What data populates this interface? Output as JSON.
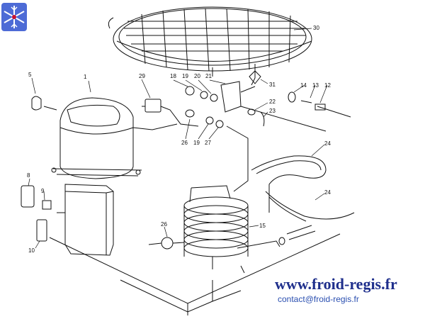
{
  "labels": {
    "l1": "1",
    "l5": "5",
    "l8": "8",
    "l9": "9",
    "l10": "10",
    "l12": "12",
    "l13": "13",
    "l14": "14",
    "l15": "15",
    "l18": "18",
    "l19a": "19",
    "l20": "20",
    "l21": "21",
    "l22": "22",
    "l23": "23",
    "l24a": "24",
    "l24b": "24",
    "l26a": "26",
    "l19b": "19",
    "l27": "27",
    "l26b": "26",
    "l29": "29",
    "l30": "30",
    "l31": "31"
  },
  "watermark": {
    "site": "www.froid-regis.fr",
    "email": "contact@froid-regis.fr"
  },
  "colors": {
    "line": "#111111",
    "brand": "#1f2f8c",
    "email": "#2a4fb0"
  }
}
